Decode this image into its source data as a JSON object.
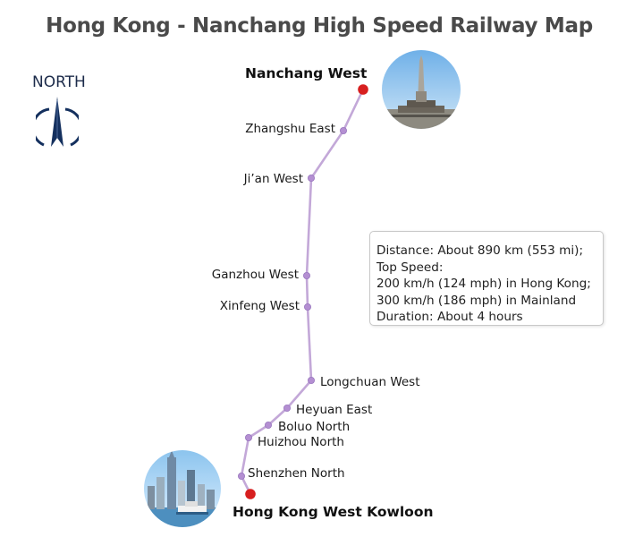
{
  "title": "Hong Kong - Nanchang High Speed Railway Map",
  "compass": {
    "label": "NORTH",
    "icon": "north-arrow-icon"
  },
  "colors": {
    "route": "#c3a8d8",
    "station": "#b48fd2",
    "terminal": "#d71f1f",
    "title": "#4a4a4a",
    "compass": "#14305e"
  },
  "terminals": [
    {
      "id": "nanchang-west",
      "name": "Nanchang West"
    },
    {
      "id": "hong-kong-west-kowloon",
      "name": "Hong Kong West Kowloon"
    }
  ],
  "stations": [
    {
      "id": "zhangshu-east",
      "name": "Zhangshu East"
    },
    {
      "id": "jian-west",
      "name": "Ji’an West"
    },
    {
      "id": "ganzhou-west",
      "name": "Ganzhou West"
    },
    {
      "id": "xinfeng-west",
      "name": "Xinfeng West"
    },
    {
      "id": "longchuan-west",
      "name": "Longchuan West"
    },
    {
      "id": "heyuan-east",
      "name": "Heyuan East"
    },
    {
      "id": "boluo-north",
      "name": "Boluo North"
    },
    {
      "id": "huizhou-north",
      "name": "Huizhou North"
    },
    {
      "id": "shenzhen-north",
      "name": "Shenzhen North"
    }
  ],
  "info": {
    "lines": [
      "Distance: About 890 km (553 mi);",
      "Top Speed:",
      "200 km/h (124 mph) in Hong Kong;",
      "300 km/h (186 mph) in Mainland",
      "Duration: About 4 hours"
    ]
  }
}
